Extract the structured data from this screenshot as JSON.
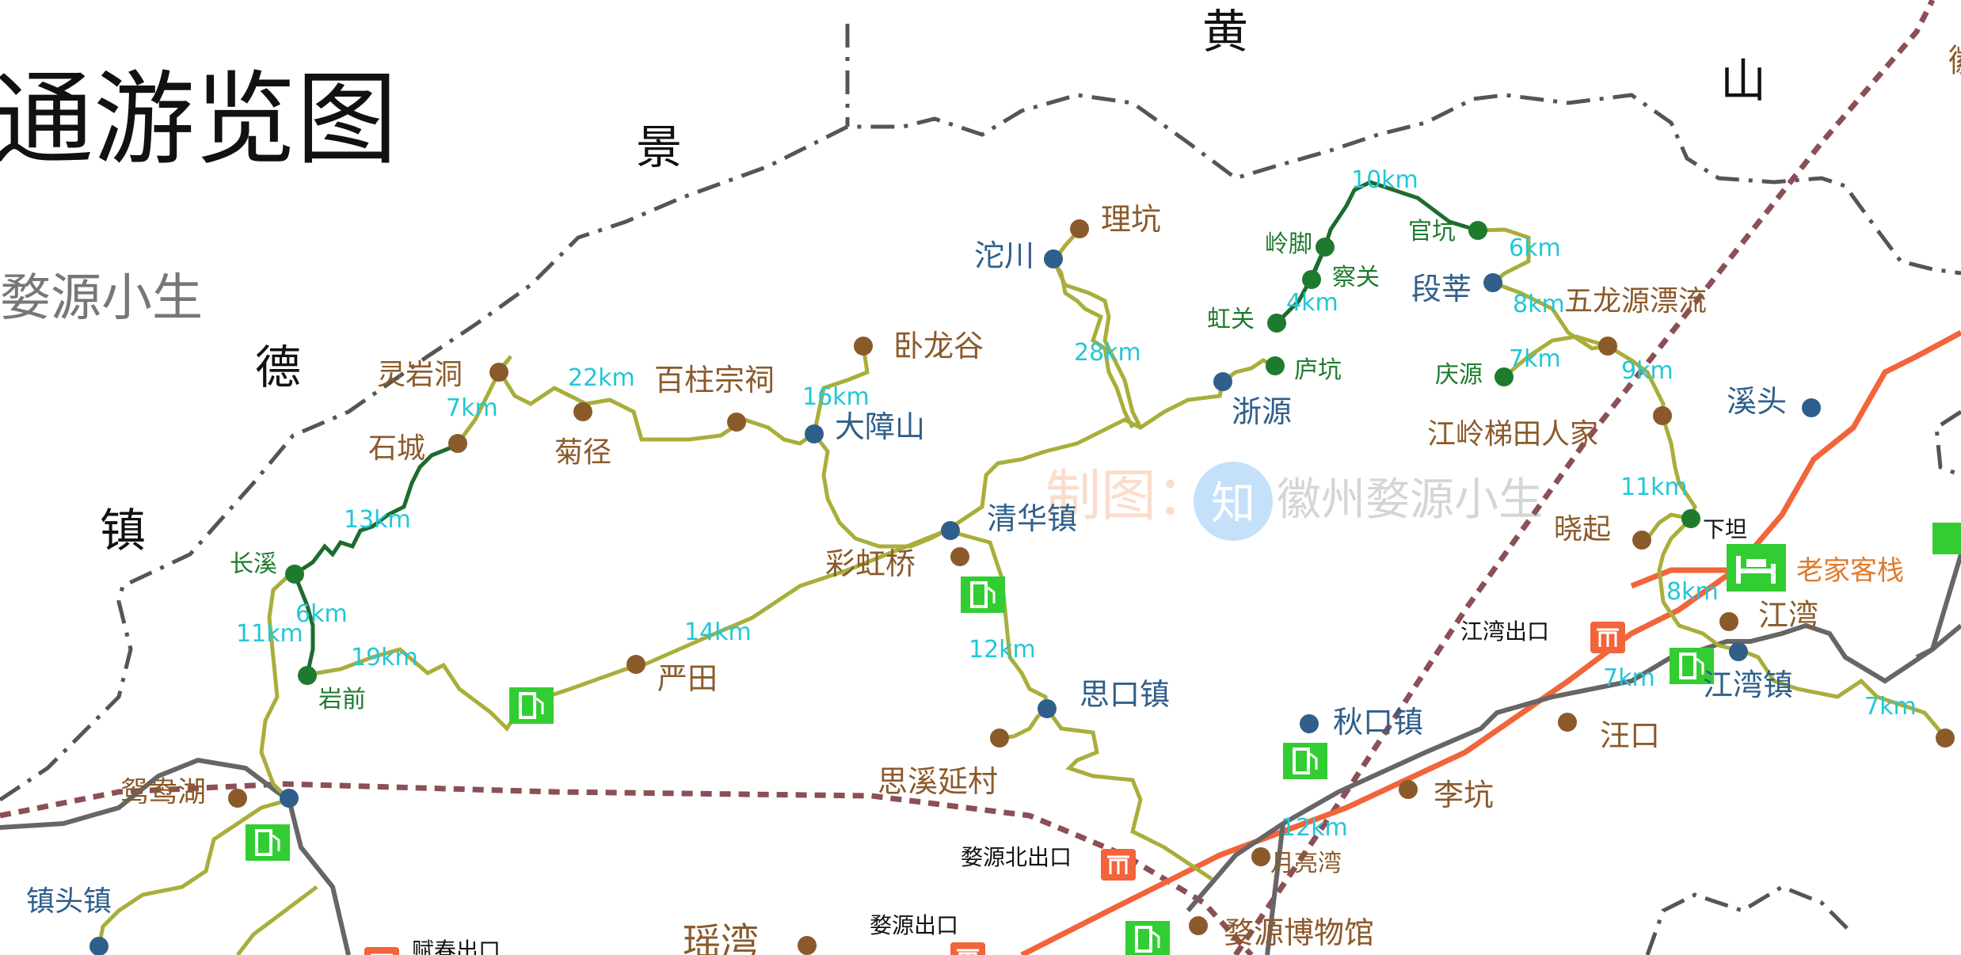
{
  "title": "通游览图",
  "author": "婺源小生",
  "watermark": {
    "prefix": "制图：",
    "badge": "知",
    "name": "徽州婺源小生"
  },
  "regions": [
    "景",
    "黄",
    "山",
    "德",
    "镇",
    "徽"
  ],
  "colors": {
    "brown": "#8B5A2B",
    "blue": "#2F5F8A",
    "green": "#1E7B2E",
    "distance": "#22C7D6",
    "route": "#A9AE3A",
    "darkRoute": "#1E6B2E",
    "highway": "#F2643A",
    "railway": "#8B4F55",
    "road": "#666666",
    "boundary": "#555555",
    "lodging": "#E07A2E",
    "fuel": "#32CD32"
  },
  "places": {
    "lingyandong": "灵岩洞",
    "shicheng": "石城",
    "changxi": "长溪",
    "yanqian": "岩前",
    "yuanyanghu": "鸳鸯湖",
    "zhentouzhen": "镇头镇",
    "jujing": "菊径",
    "baizhu": "百柱宗祠",
    "wolonggu": "卧龙谷",
    "dazhangshan": "大障山",
    "caihongqiao": "彩虹桥",
    "yantian": "严田",
    "tuochuan": "沱川",
    "likeng": "理坑",
    "qinghuazhen": "清华镇",
    "sikouzhen": "思口镇",
    "sixiyancun": "思溪延村",
    "zheyuan": "浙源",
    "hongguan": "虹关",
    "chaguan": "察关",
    "lingjiao": "岭脚",
    "guankeng": "官坑",
    "lukeng": "庐坑",
    "duanxin": "段莘",
    "wulongyuan": "五龙源漂流",
    "qingyuan": "庆源",
    "jiangling": "江岭梯田人家",
    "xiaoqi": "晓起",
    "xiatan": "下坦",
    "xitou": "溪头",
    "laojia": "老家客栈",
    "jiangwan": "江湾",
    "jiangwanzhen": "江湾镇",
    "wangkou": "汪口",
    "qiukouzhen": "秋口镇",
    "likeng2": "李坑",
    "yueliangwan": "月亮湾",
    "museum": "婺源博物馆",
    "yaowan": "瑶湾"
  },
  "exits": {
    "jiangwan": "江湾出口",
    "wuyuanbei": "婺源北出口",
    "wuyuan": "婺源出口",
    "fuchun": "赋春出口"
  },
  "distances": {
    "d7_lingyan": "7km",
    "d22": "22km",
    "d16": "16km",
    "d13": "13km",
    "d11_left": "11km",
    "d6_left": "6km",
    "d19": "19km",
    "d14": "14km",
    "d28": "28km",
    "d12_sikou": "12km",
    "d10": "10km",
    "d4": "4km",
    "d6_right": "6km",
    "d8_duanxin": "8km",
    "d7_qingyuan": "7km",
    "d9": "9km",
    "d11_right": "11km",
    "d8_xiatan": "8km",
    "d7_jiangwan": "7km",
    "d7_far": "7km",
    "d12_yueliang": "12km"
  }
}
